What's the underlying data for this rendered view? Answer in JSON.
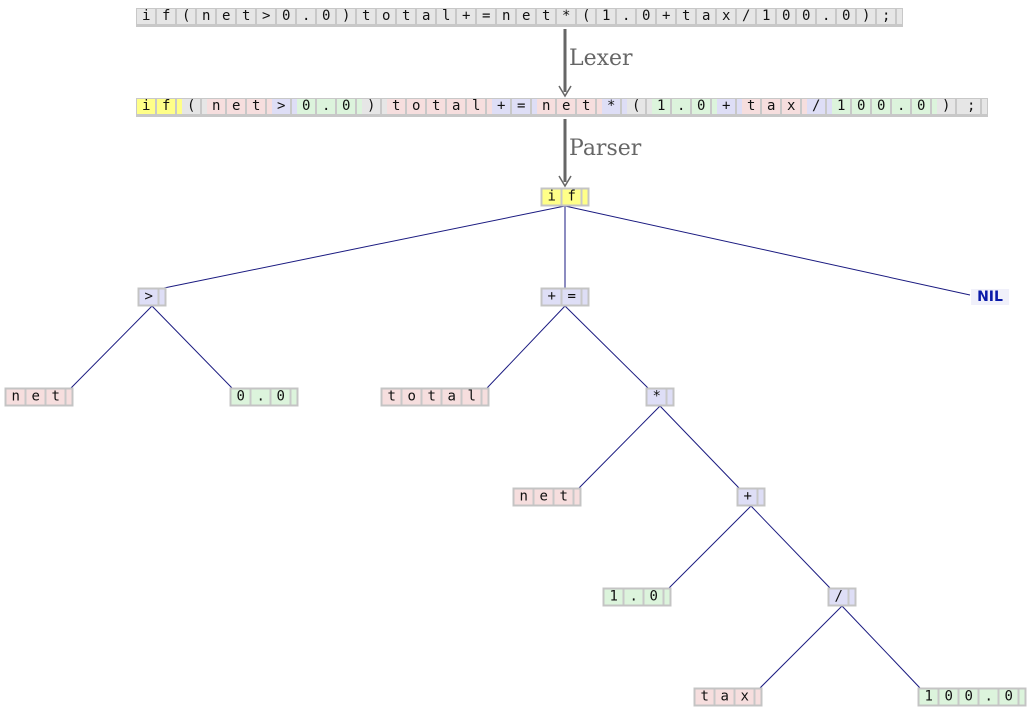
{
  "source_code": "if(net>0.0)total+=net*(1.0+tax/100.0);",
  "stages": {
    "lexer": "Lexer",
    "parser": "Parser"
  },
  "tokens": [
    {
      "text": "if",
      "kind": "kw"
    },
    {
      "text": "(",
      "kind": "plain"
    },
    {
      "text": "net",
      "kind": "id"
    },
    {
      "text": ">",
      "kind": "op"
    },
    {
      "text": "0.0",
      "kind": "num"
    },
    {
      "text": ")",
      "kind": "plain"
    },
    {
      "text": "total",
      "kind": "id"
    },
    {
      "text": "+=",
      "kind": "op"
    },
    {
      "text": "net",
      "kind": "id"
    },
    {
      "text": "*",
      "kind": "op"
    },
    {
      "text": "(",
      "kind": "plain"
    },
    {
      "text": "1.0",
      "kind": "num"
    },
    {
      "text": "+",
      "kind": "op"
    },
    {
      "text": "tax",
      "kind": "id"
    },
    {
      "text": "/",
      "kind": "op"
    },
    {
      "text": "100.0",
      "kind": "num"
    },
    {
      "text": ")",
      "kind": "plain"
    },
    {
      "text": ";",
      "kind": "plain"
    }
  ],
  "tree": [
    {
      "id": "if",
      "label": "if",
      "kind": "kw",
      "parent": null
    },
    {
      "id": "gt",
      "label": ">",
      "kind": "op",
      "parent": "if"
    },
    {
      "id": "pluseq",
      "label": "+=",
      "kind": "op",
      "parent": "if"
    },
    {
      "id": "nil",
      "label": "NIL",
      "kind": "nil",
      "parent": "if"
    },
    {
      "id": "net1",
      "label": "net",
      "kind": "id",
      "parent": "gt"
    },
    {
      "id": "zero",
      "label": "0.0",
      "kind": "num",
      "parent": "gt"
    },
    {
      "id": "total",
      "label": "total",
      "kind": "id",
      "parent": "pluseq"
    },
    {
      "id": "mul",
      "label": "*",
      "kind": "op",
      "parent": "pluseq"
    },
    {
      "id": "net2",
      "label": "net",
      "kind": "id",
      "parent": "mul"
    },
    {
      "id": "plus",
      "label": "+",
      "kind": "op",
      "parent": "mul"
    },
    {
      "id": "one",
      "label": "1.0",
      "kind": "num",
      "parent": "plus"
    },
    {
      "id": "div",
      "label": "/",
      "kind": "op",
      "parent": "plus"
    },
    {
      "id": "tax",
      "label": "tax",
      "kind": "id",
      "parent": "div"
    },
    {
      "id": "hundred",
      "label": "100.0",
      "kind": "num",
      "parent": "div"
    }
  ],
  "colors": {
    "edge": "#1a1a80",
    "arrow": "#666666"
  }
}
